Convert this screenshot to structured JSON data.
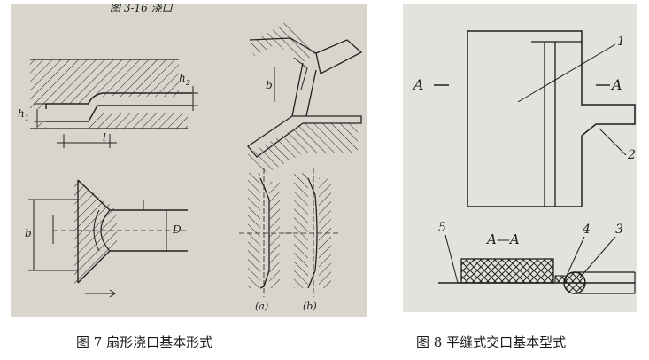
{
  "figure_left": {
    "header_fragment": "图 3-16  浇口",
    "labels": {
      "h1": "h",
      "h1_sub": "1",
      "h2": "h",
      "h2_sub": "2",
      "l": "l",
      "b_top": "b",
      "b_bottom": "b",
      "D": "D",
      "a": "(a)",
      "b_panel": "(b)"
    },
    "caption": "图 7 扇形浇口基本形式"
  },
  "figure_right": {
    "labels": {
      "A_left": "A",
      "A_right": "A",
      "section": "A—A",
      "n1": "1",
      "n2": "2",
      "n3": "3",
      "n4": "4",
      "n5": "5"
    },
    "caption": "图 8   平缝式交口基本型式"
  },
  "colors": {
    "paper_left": "#d9d4cc",
    "paper_right": "#e4e2dd",
    "ink": "#1d1d1d"
  }
}
